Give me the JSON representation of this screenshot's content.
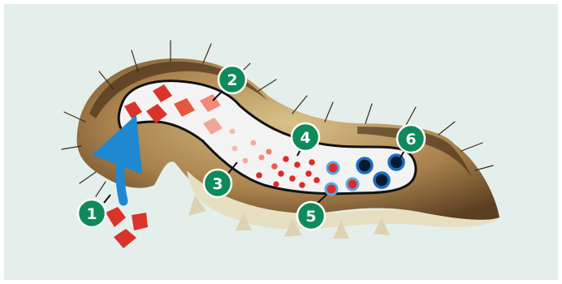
{
  "diagram": {
    "colors": {
      "background": "#e4efec",
      "frame": "#ffffff",
      "badge": "#0f8a5b",
      "badge_text": "#ffffff",
      "crystal": "#d9342b",
      "crystal_faded": "#f2a49a",
      "dot": "#e02a2a",
      "dot_faded": "#f7b8ad",
      "ring_light": "#5aa7e6",
      "ring_dark": "#1a6fc0",
      "arrow": "#1e88d0",
      "gut_fill": "#f4f3f3",
      "gut_outline": "#111111"
    },
    "steps": [
      {
        "label": "1",
        "description": ""
      },
      {
        "label": "2",
        "description": ""
      },
      {
        "label": "3",
        "description": ""
      },
      {
        "label": "4",
        "description": ""
      },
      {
        "label": "5",
        "description": ""
      },
      {
        "label": "6",
        "description": ""
      }
    ]
  }
}
